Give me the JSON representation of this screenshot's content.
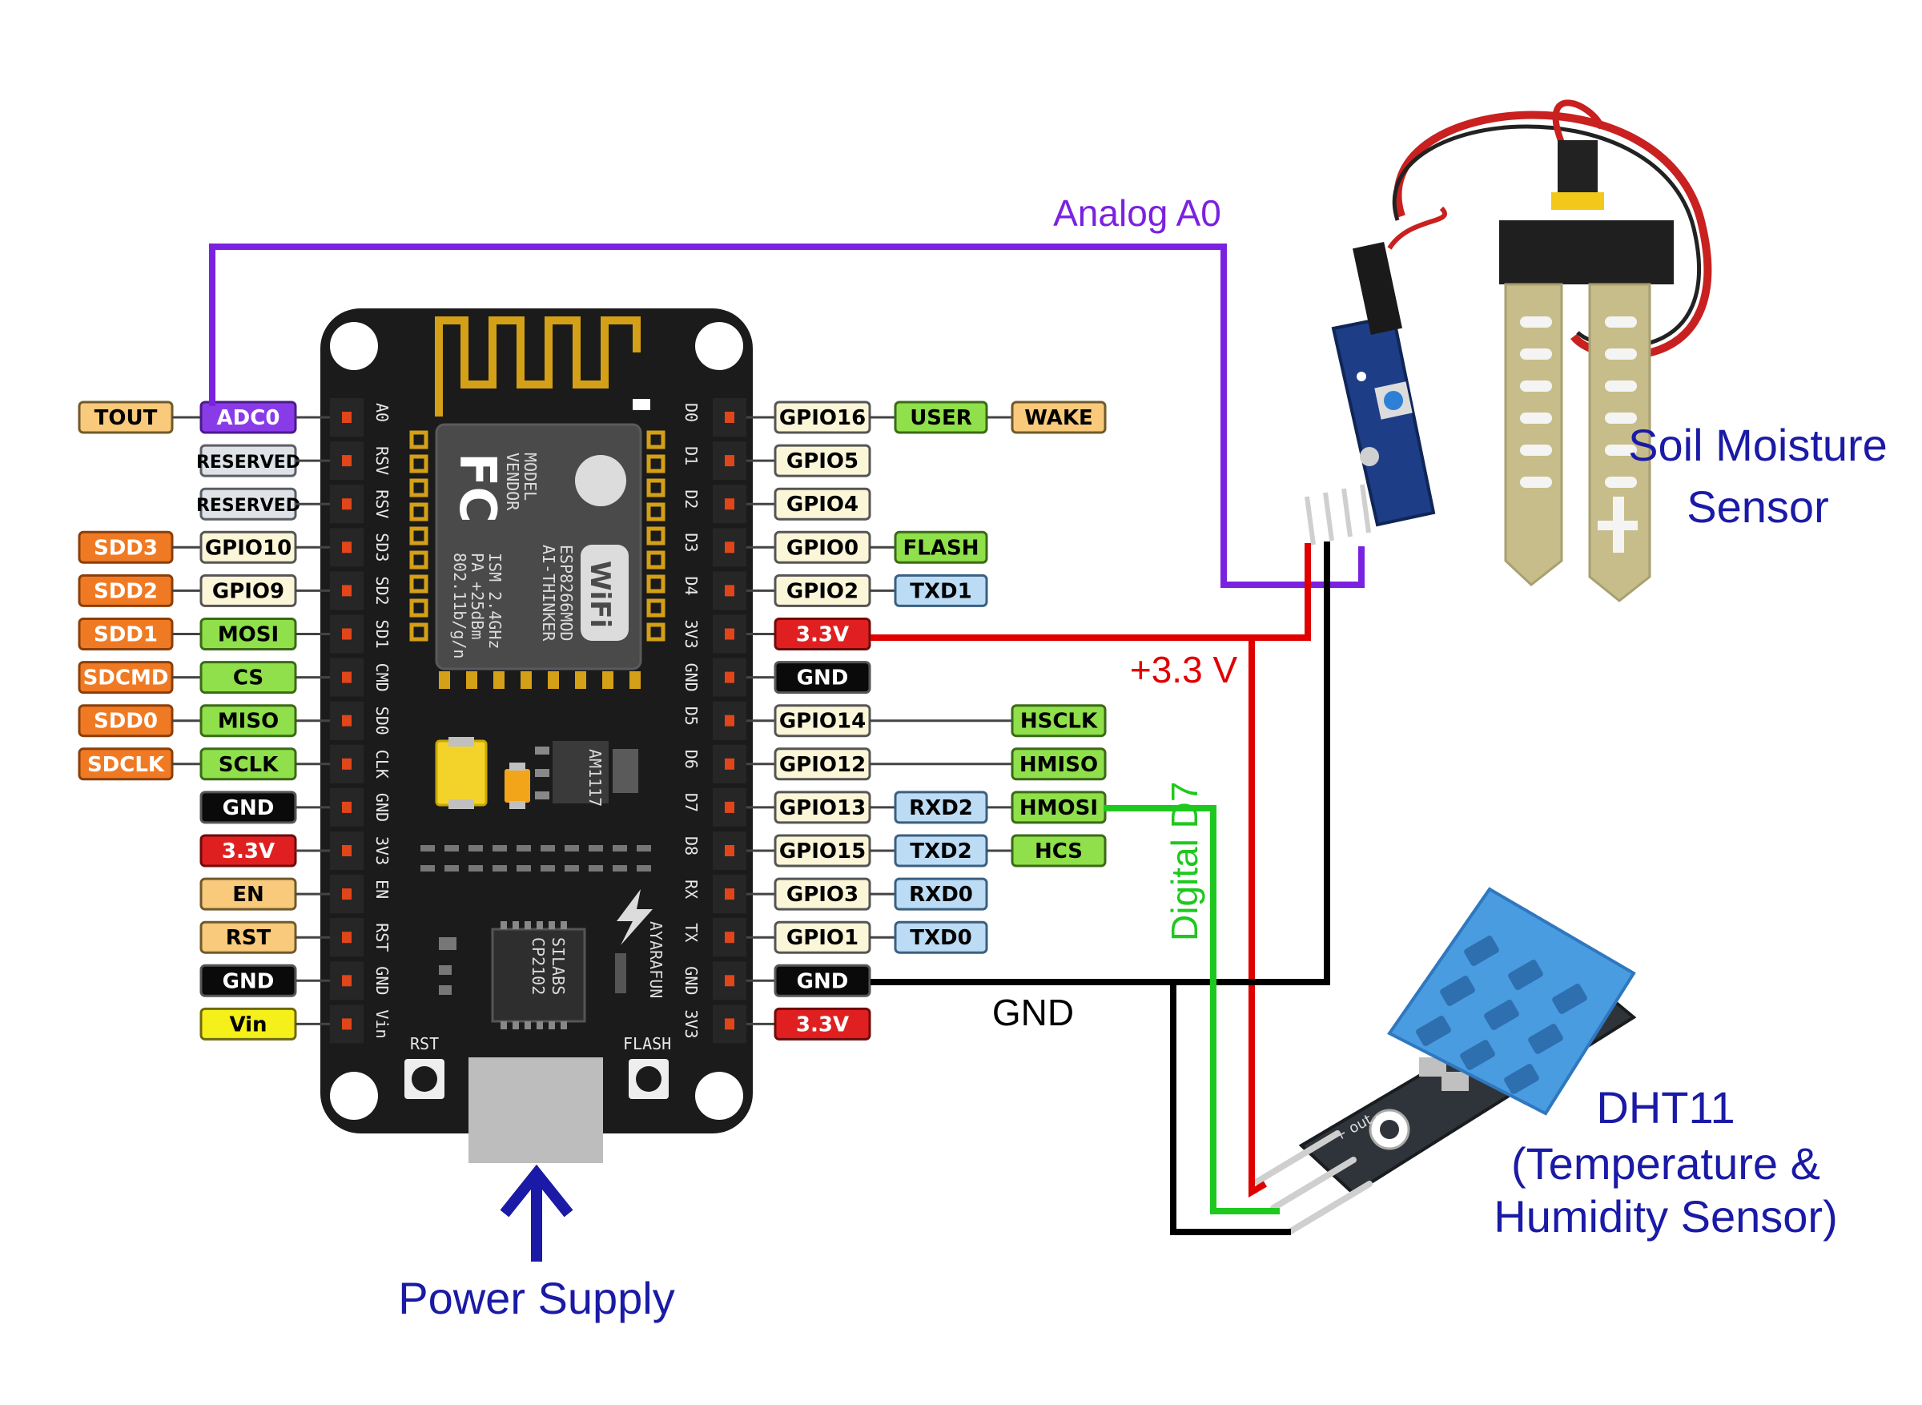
{
  "colors": {
    "analog_wire": "#7a22e0",
    "power_wire": "#e00000",
    "ground_wire": "#000000",
    "digital_wire": "#1ec81e",
    "label_blue": "#1a1aa6",
    "board_black": "#1b1b1b",
    "sensor_blue": "#4a9ce0"
  },
  "left_pins": [
    {
      "outer": "TOUT",
      "outer_kind": "tan",
      "inner": "ADC0",
      "inner_kind": "purple",
      "silk": "A0"
    },
    {
      "outer": "",
      "outer_kind": "",
      "inner": "RESERVED",
      "inner_kind": "gray",
      "silk": "RSV"
    },
    {
      "outer": "",
      "outer_kind": "",
      "inner": "RESERVED",
      "inner_kind": "gray",
      "silk": "RSV"
    },
    {
      "outer": "SDD3",
      "outer_kind": "orange",
      "inner": "GPIO10",
      "inner_kind": "cream",
      "silk": "SD3"
    },
    {
      "outer": "SDD2",
      "outer_kind": "orange",
      "inner": "GPIO9",
      "inner_kind": "cream",
      "silk": "SD2"
    },
    {
      "outer": "SDD1",
      "outer_kind": "orange",
      "inner": "MOSI",
      "inner_kind": "green",
      "silk": "SD1"
    },
    {
      "outer": "SDCMD",
      "outer_kind": "orange",
      "inner": "CS",
      "inner_kind": "green",
      "silk": "CMD"
    },
    {
      "outer": "SDD0",
      "outer_kind": "orange",
      "inner": "MISO",
      "inner_kind": "green",
      "silk": "SD0"
    },
    {
      "outer": "SDCLK",
      "outer_kind": "orange",
      "inner": "SCLK",
      "inner_kind": "green",
      "silk": "CLK"
    },
    {
      "outer": "",
      "outer_kind": "",
      "inner": "GND",
      "inner_kind": "black",
      "silk": "GND"
    },
    {
      "outer": "",
      "outer_kind": "",
      "inner": "3.3V",
      "inner_kind": "red",
      "silk": "3V3"
    },
    {
      "outer": "",
      "outer_kind": "",
      "inner": "EN",
      "inner_kind": "tan",
      "silk": "EN"
    },
    {
      "outer": "",
      "outer_kind": "",
      "inner": "RST",
      "inner_kind": "tan",
      "silk": "RST"
    },
    {
      "outer": "",
      "outer_kind": "",
      "inner": "GND",
      "inner_kind": "black",
      "silk": "GND"
    },
    {
      "outer": "",
      "outer_kind": "",
      "inner": "Vin",
      "inner_kind": "yellow",
      "silk": "Vin"
    }
  ],
  "right_pins": [
    {
      "gpio": "GPIO16",
      "gpio_kind": "cream",
      "mid": "USER",
      "mid_kind": "green",
      "far": "WAKE",
      "far_kind": "tan",
      "silk": "D0"
    },
    {
      "gpio": "GPIO5",
      "gpio_kind": "cream",
      "mid": "",
      "mid_kind": "",
      "far": "",
      "far_kind": "",
      "silk": "D1"
    },
    {
      "gpio": "GPIO4",
      "gpio_kind": "cream",
      "mid": "",
      "mid_kind": "",
      "far": "",
      "far_kind": "",
      "silk": "D2"
    },
    {
      "gpio": "GPIO0",
      "gpio_kind": "cream",
      "mid": "FLASH",
      "mid_kind": "green",
      "far": "",
      "far_kind": "",
      "silk": "D3"
    },
    {
      "gpio": "GPIO2",
      "gpio_kind": "cream",
      "mid": "TXD1",
      "mid_kind": "blue",
      "far": "",
      "far_kind": "",
      "silk": "D4"
    },
    {
      "gpio": "3.3V",
      "gpio_kind": "red",
      "mid": "",
      "mid_kind": "",
      "far": "",
      "far_kind": "",
      "silk": "3V3"
    },
    {
      "gpio": "GND",
      "gpio_kind": "black",
      "mid": "",
      "mid_kind": "",
      "far": "",
      "far_kind": "",
      "silk": "GND"
    },
    {
      "gpio": "GPIO14",
      "gpio_kind": "cream",
      "mid": "",
      "mid_kind": "",
      "far": "HSCLK",
      "far_kind": "green",
      "silk": "D5"
    },
    {
      "gpio": "GPIO12",
      "gpio_kind": "cream",
      "mid": "",
      "mid_kind": "",
      "far": "HMISO",
      "far_kind": "green",
      "silk": "D6"
    },
    {
      "gpio": "GPIO13",
      "gpio_kind": "cream",
      "mid": "RXD2",
      "mid_kind": "blue",
      "far": "HMOSI",
      "far_kind": "green",
      "silk": "D7"
    },
    {
      "gpio": "GPIO15",
      "gpio_kind": "cream",
      "mid": "TXD2",
      "mid_kind": "blue",
      "far": "HCS",
      "far_kind": "green",
      "silk": "D8"
    },
    {
      "gpio": "GPIO3",
      "gpio_kind": "cream",
      "mid": "RXD0",
      "mid_kind": "blue",
      "far": "",
      "far_kind": "",
      "silk": "RX"
    },
    {
      "gpio": "GPIO1",
      "gpio_kind": "cream",
      "mid": "TXD0",
      "mid_kind": "blue",
      "far": "",
      "far_kind": "",
      "silk": "TX"
    },
    {
      "gpio": "GND",
      "gpio_kind": "black",
      "mid": "",
      "mid_kind": "",
      "far": "",
      "far_kind": "",
      "silk": "GND"
    },
    {
      "gpio": "3.3V",
      "gpio_kind": "red",
      "mid": "",
      "mid_kind": "",
      "far": "",
      "far_kind": "",
      "silk": "3V3"
    }
  ],
  "board": {
    "rst_label": "RST",
    "flash_label": "FLASH",
    "chip_lines": [
      "MODEL",
      "VENDOR",
      "ISM 2.4GHz",
      "PA +25dBm",
      "802.11b/g/n"
    ],
    "chip_lines2": [
      "ESP8266MOD",
      "AI-THINKER"
    ],
    "fcc": "FC",
    "wifi": "WiFi",
    "uart_lines": [
      "SILABS",
      "CP2102"
    ],
    "maker": "AYARAFUN",
    "regulator": "AM1117"
  },
  "labels": {
    "analog": "Analog A0",
    "power": "+3.3 V",
    "ground": "GND",
    "digital": "Digital D7",
    "soil_line1": "Soil Moisture",
    "soil_line2": "Sensor",
    "dht_line1": "DHT11",
    "dht_line2": "(Temperature &",
    "dht_line3": "Humidity Sensor)",
    "power_supply": "Power Supply"
  }
}
